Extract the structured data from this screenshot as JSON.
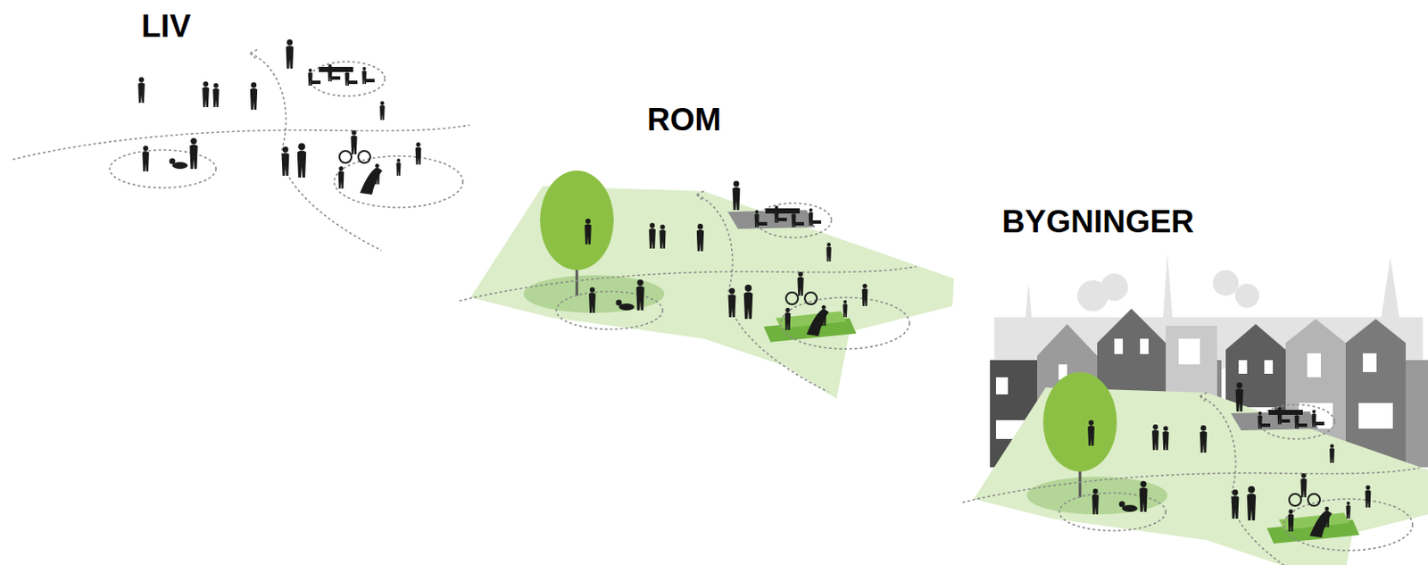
{
  "diagram": {
    "labels": [
      "LIV",
      "ROM",
      "BYGNINGER"
    ]
  }
}
